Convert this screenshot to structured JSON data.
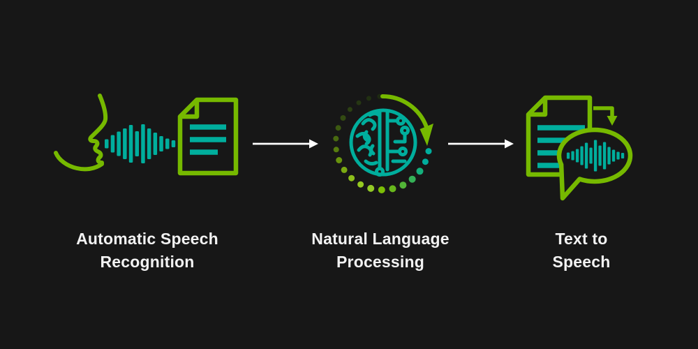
{
  "colors": {
    "background": "#171717",
    "green": "#76B900",
    "teal": "#00AE9D",
    "arrow": "#FFFFFF",
    "text": "#F2F2F2"
  },
  "diagram": {
    "stages": [
      {
        "id": "asr",
        "label_line1": "Automatic Speech",
        "label_line2": "Recognition",
        "icon": "speaking-face-soundwave-document-icon"
      },
      {
        "id": "nlp",
        "label_line1": "Natural Language",
        "label_line2": "Processing",
        "icon": "brain-circuit-icon"
      },
      {
        "id": "tts",
        "label_line1": "Text to",
        "label_line2": "Speech",
        "icon": "document-speech-bubble-soundwave-icon"
      }
    ],
    "connectors": [
      {
        "id": "asr-to-nlp",
        "type": "arrow-right"
      },
      {
        "id": "nlp-to-tts",
        "type": "arrow-right"
      }
    ]
  }
}
